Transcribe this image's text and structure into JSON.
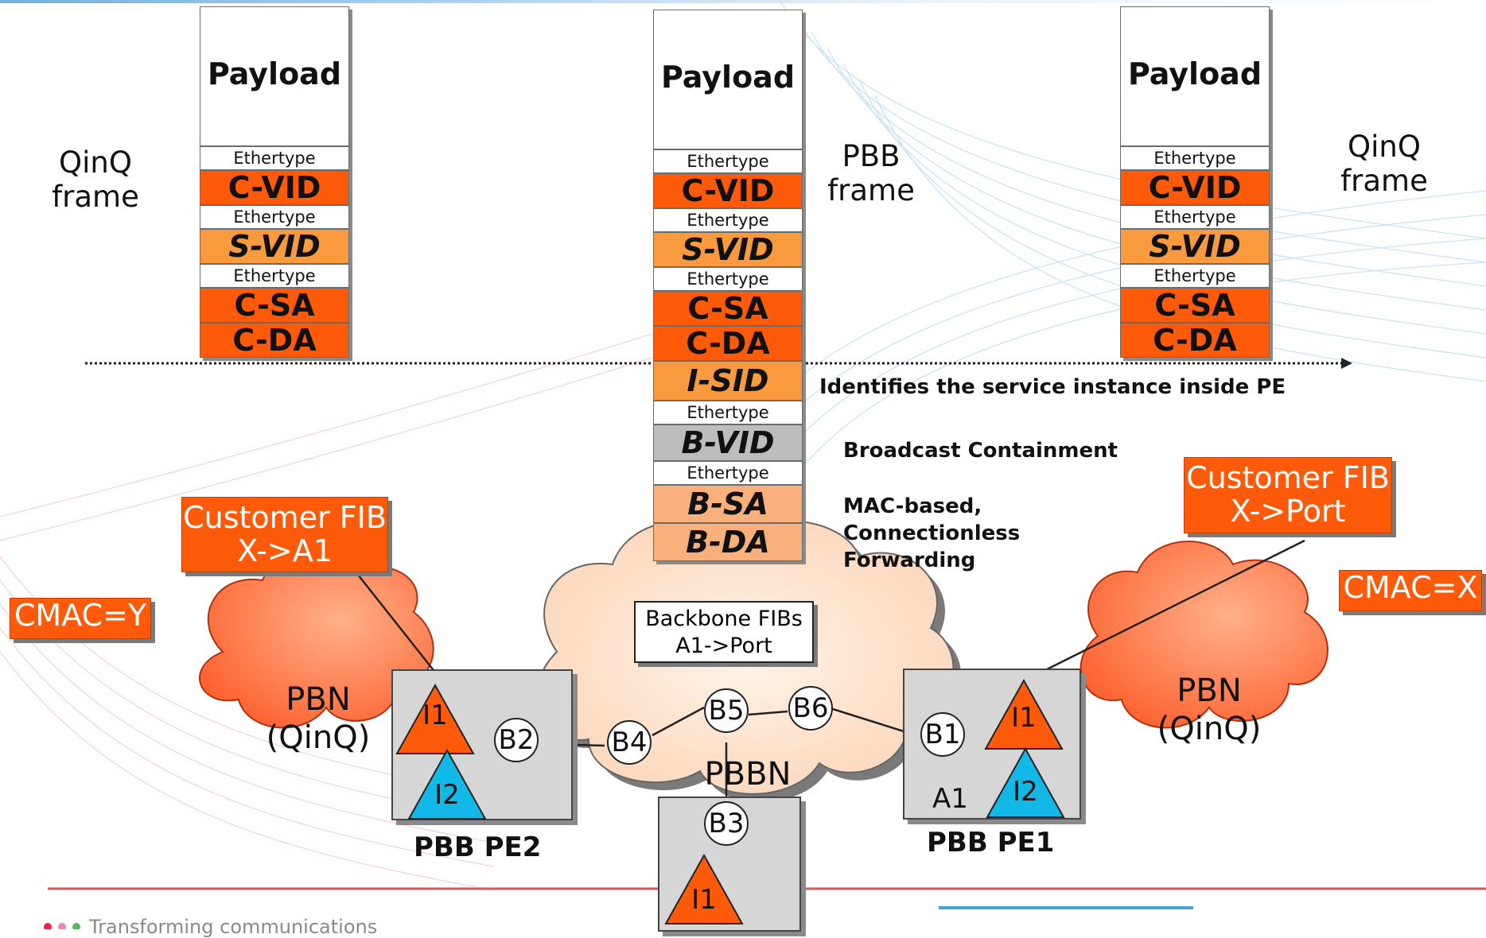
{
  "frames": {
    "left_label": "QinQ\nframe",
    "middle_label": "PBB\nframe",
    "right_label": "QinQ\nframe",
    "payload": "Payload",
    "ethertype": "Ethertype",
    "c_vid": "C-VID",
    "s_vid": "S-VID",
    "c_sa": "C-SA",
    "c_da": "C-DA",
    "i_sid": "I-SID",
    "b_vid": "B-VID",
    "b_sa": "B-SA",
    "b_da": "B-DA"
  },
  "notes": {
    "i_sid": "Identifies the service instance inside PE",
    "b_vid": "Broadcast Containment",
    "b_addr": "MAC-based,\nConnectionless\nForwarding"
  },
  "boxes": {
    "customer_fib_left": "Customer FIB\nX->A1",
    "customer_fib_right": "Customer FIB\nX->Port",
    "cmac_left": "CMAC=Y",
    "cmac_right": "CMAC=X",
    "backbone_fibs": "Backbone FIBs\nA1->Port"
  },
  "network": {
    "pbn_left": "PBN\n(QinQ)",
    "pbn_right": "PBN\n(QinQ)",
    "pbbn": "PBBN",
    "pe2_label": "PBB PE2",
    "pe1_label": "PBB PE1",
    "a1": "A1",
    "nodes": [
      "B1",
      "B2",
      "B3",
      "B4",
      "B5",
      "B6"
    ],
    "instances": [
      "I1",
      "I2"
    ]
  },
  "footer": {
    "tagline": "Transforming communications"
  },
  "colors": {
    "red": "#ff5a0a",
    "orange": "#f99a3f",
    "light_orange": "#f9b07a",
    "grey": "#bdbdbd",
    "cyan": "#12b8e8"
  }
}
